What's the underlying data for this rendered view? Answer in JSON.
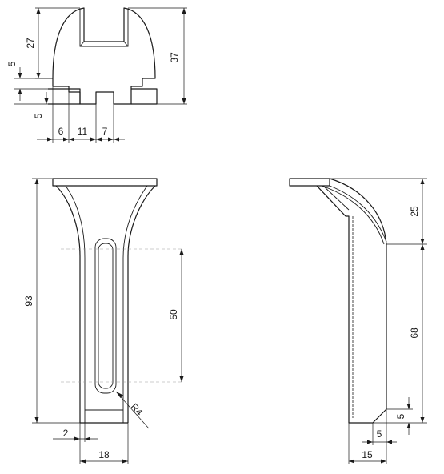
{
  "drawing": {
    "top_view": {
      "dims": {
        "height_27": "27",
        "height_37": "37",
        "step_5_upper": "5",
        "step_5_lower": "5",
        "width_6": "6",
        "width_11": "11",
        "width_7": "7"
      }
    },
    "front_view": {
      "dims": {
        "height_93": "93",
        "slot_50": "50",
        "radius": "R4",
        "offset_2": "2",
        "width_18": "18"
      }
    },
    "side_view": {
      "dims": {
        "top_25": "25",
        "height_68": "68",
        "chamfer_v5": "5",
        "chamfer_h5": "5",
        "width_15": "15"
      }
    }
  }
}
